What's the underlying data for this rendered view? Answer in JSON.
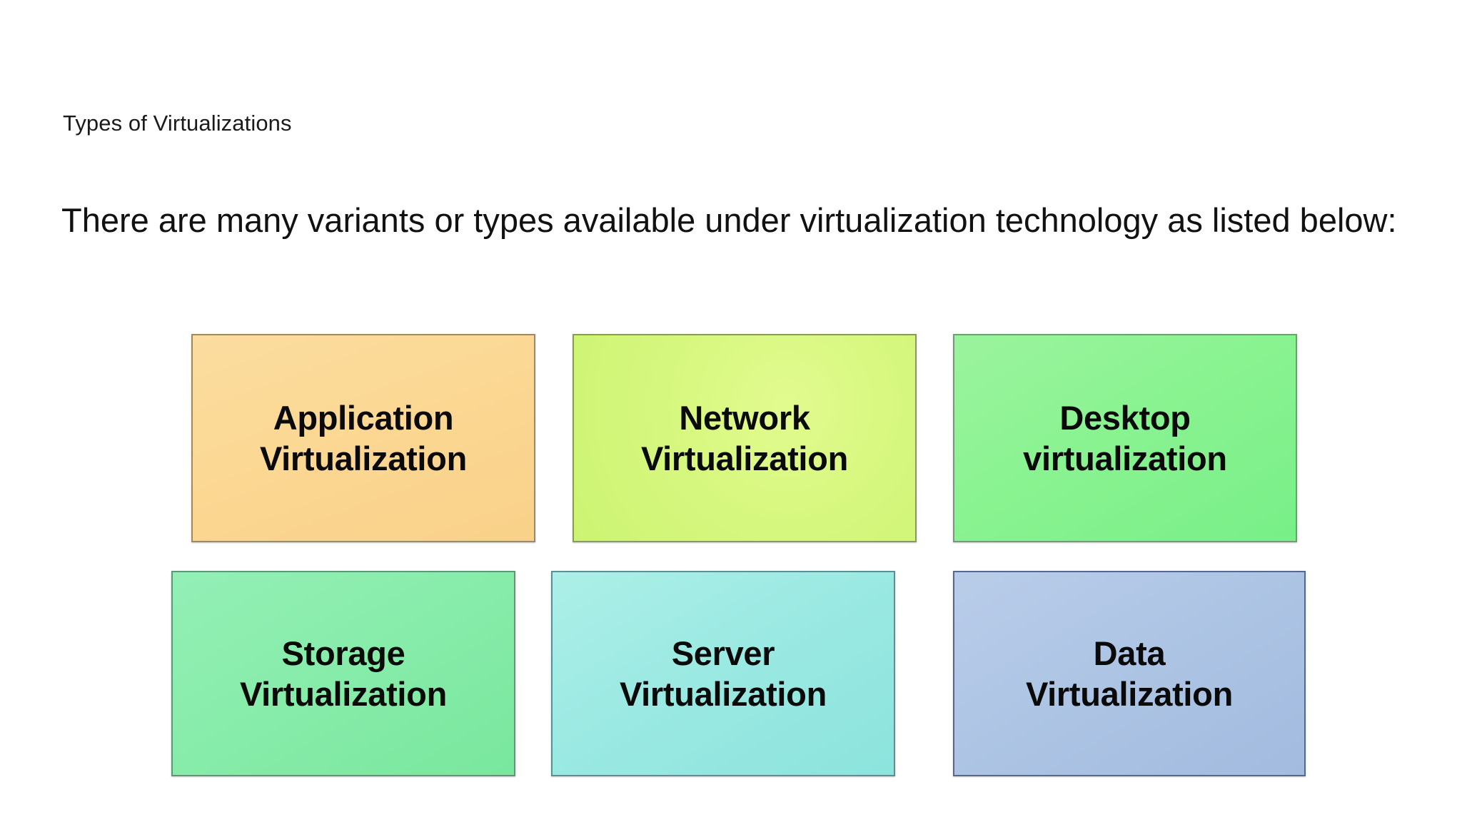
{
  "slide": {
    "title": "Types of Virtualizations",
    "body": "There are many variants or types available under virtualization technology as listed below:"
  },
  "diagram": {
    "rows": [
      {
        "boxes": [
          {
            "label": "Application\nVirtualization",
            "line1": "Application",
            "line2": "Virtualization",
            "color": "#fbd894",
            "border": "#9a8a66"
          },
          {
            "label": "Network\nVirtualization",
            "line1": "Network",
            "line2": "Virtualization",
            "color": "#d6f77e",
            "border": "#8a9a5a"
          },
          {
            "label": "Desktop\nvirtualization",
            "line1": "Desktop",
            "line2": "virtualization",
            "color": "#8af391",
            "border": "#6f9d75"
          }
        ]
      },
      {
        "boxes": [
          {
            "label": "Storage\nVirtualization",
            "line1": "Storage",
            "line2": "Virtualization",
            "color": "#87ecaa",
            "border": "#5f9673"
          },
          {
            "label": "Server\nVirtualization",
            "line1": "Server",
            "line2": "Virtualization",
            "color": "#9ae9e2",
            "border": "#5b8f93"
          },
          {
            "label": "Data\nVirtualization",
            "line1": "Data",
            "line2": "Virtualization",
            "color": "#adc4e4",
            "border": "#56688f"
          }
        ]
      }
    ]
  },
  "theme": {
    "background": "#ffffff",
    "title_color": "#1b1b1b",
    "body_color": "#111111",
    "box_text_color": "#0a0a0a"
  }
}
